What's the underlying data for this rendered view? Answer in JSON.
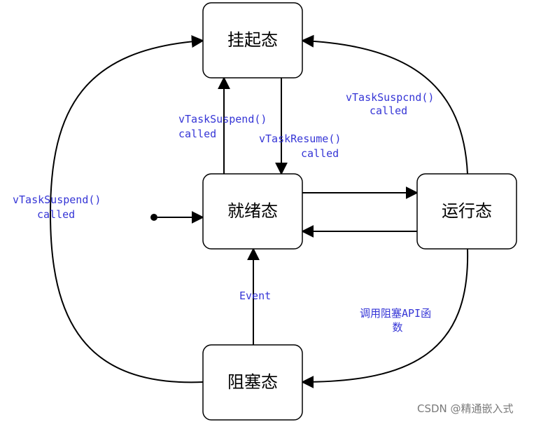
{
  "colors": {
    "label": "#3535d6",
    "line": "#000000",
    "watermark": "#7a7a7a"
  },
  "states": {
    "suspended": "挂起态",
    "ready": "就绪态",
    "running": "运行态",
    "blocked": "阻塞态"
  },
  "transitions": {
    "ready_to_suspended": [
      "vTaskSuspend()",
      "called"
    ],
    "suspended_to_ready": [
      "vTaskResume()",
      "called"
    ],
    "running_to_suspended": [
      "vTaskSuspcnd()",
      "called"
    ],
    "blocked_to_suspended": [
      "vTaskSuspend()",
      "called"
    ],
    "blocked_to_ready": [
      "Event"
    ],
    "running_to_blocked": [
      "调用阻塞API函",
      "数"
    ]
  },
  "watermark": "CSDN @精通嵌入式"
}
